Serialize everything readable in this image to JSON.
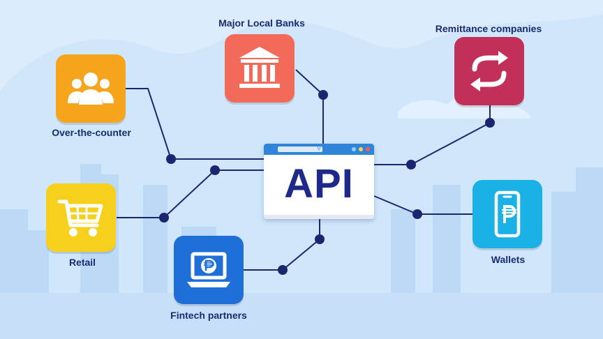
{
  "center": {
    "label": "API"
  },
  "nodes": {
    "banks": {
      "label": "Major Local Banks",
      "color": "#f36a5a"
    },
    "remittance": {
      "label": "Remittance companies",
      "color": "#c2305a"
    },
    "otc": {
      "label": "Over-the-counter",
      "color": "#f6a51c"
    },
    "retail": {
      "label": "Retail",
      "color": "#f7cf1d"
    },
    "fintech": {
      "label": "Fintech partners",
      "color": "#1f6fd8"
    },
    "wallets": {
      "label": "Wallets",
      "color": "#1ab2e6"
    }
  },
  "colors": {
    "line": "#1c2670",
    "background": "#cfe6fb",
    "label": "#1a2a73"
  }
}
